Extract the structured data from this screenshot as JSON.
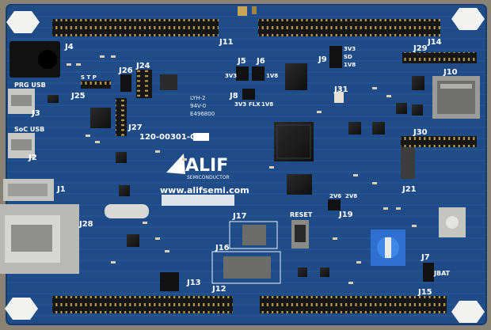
{
  "board": {
    "brand": "ALIF",
    "brand_sub": "SEMICONDUCTOR",
    "url": "www.alifsemi.com",
    "part_number": "120-00301-C",
    "lyh": "LYH-2",
    "ul_mark": "94V-0",
    "date_code": "E496800"
  },
  "headers": {
    "j11": "J11",
    "j14": "J14",
    "j12": "J12",
    "j15": "J15",
    "j29": "J29",
    "j30": "J30",
    "j10": "J10",
    "j4": "J4",
    "j3": "J3",
    "j2": "J2",
    "j1": "J1",
    "j28": "J28",
    "j24": "J24",
    "j25": "J25",
    "j26": "J26",
    "j27": "J27",
    "j5": "J5",
    "j6": "J6",
    "j8": "J8",
    "j9": "J9",
    "j31": "J31",
    "j21": "J21",
    "j17": "J17",
    "j16": "J16",
    "j13": "J13",
    "j19": "J19",
    "j7": "J7"
  },
  "labels": {
    "prg_usb": "PRG USB",
    "soc_usb": "SoC USB",
    "reset": "RESET",
    "jbat": "JBAT",
    "v3v3_a": "3V3",
    "v1v8_a": "1V8",
    "v3v3_b": "3V3",
    "sd": "SD",
    "v1v8_b": "1V8",
    "v3g": "3V3",
    "flx": "FLX",
    "v1v8_c": "1V8",
    "v2v6": "2V6",
    "v2v8": "2V8",
    "str": "S T P"
  },
  "colors": {
    "pcb": "#1f4c86",
    "silk": "#eef0f5",
    "header": "#1b1b1b",
    "background": "#8a8274"
  }
}
